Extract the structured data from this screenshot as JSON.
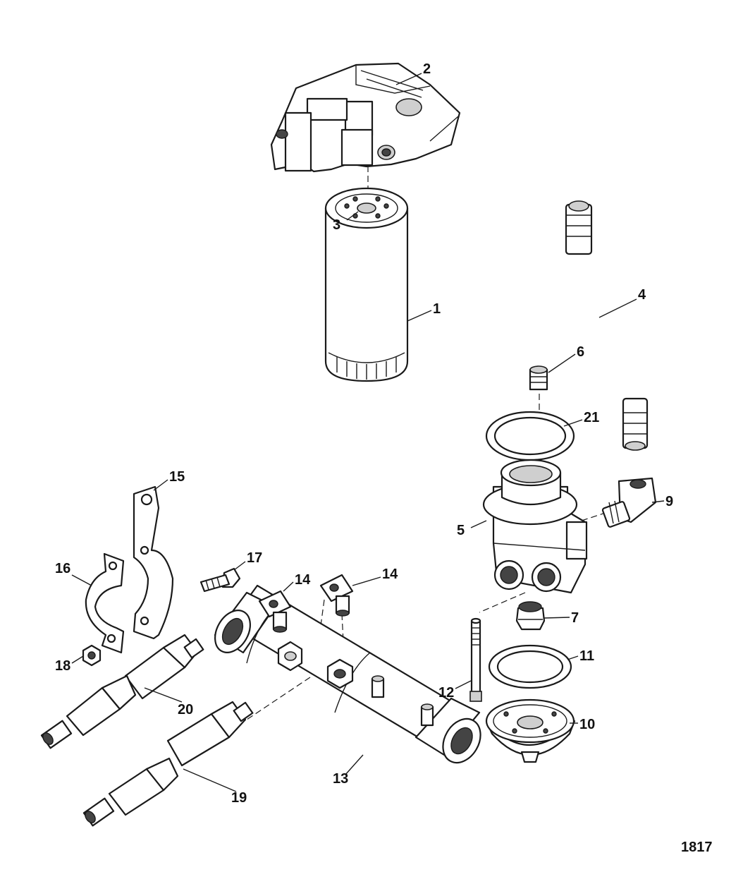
{
  "figure_number": "1817",
  "callouts": [
    "1",
    "2",
    "3",
    "4",
    "5",
    "6",
    "7",
    "9",
    "10",
    "11",
    "12",
    "13",
    "14",
    "14",
    "15",
    "16",
    "17",
    "18",
    "19",
    "20",
    "21"
  ]
}
